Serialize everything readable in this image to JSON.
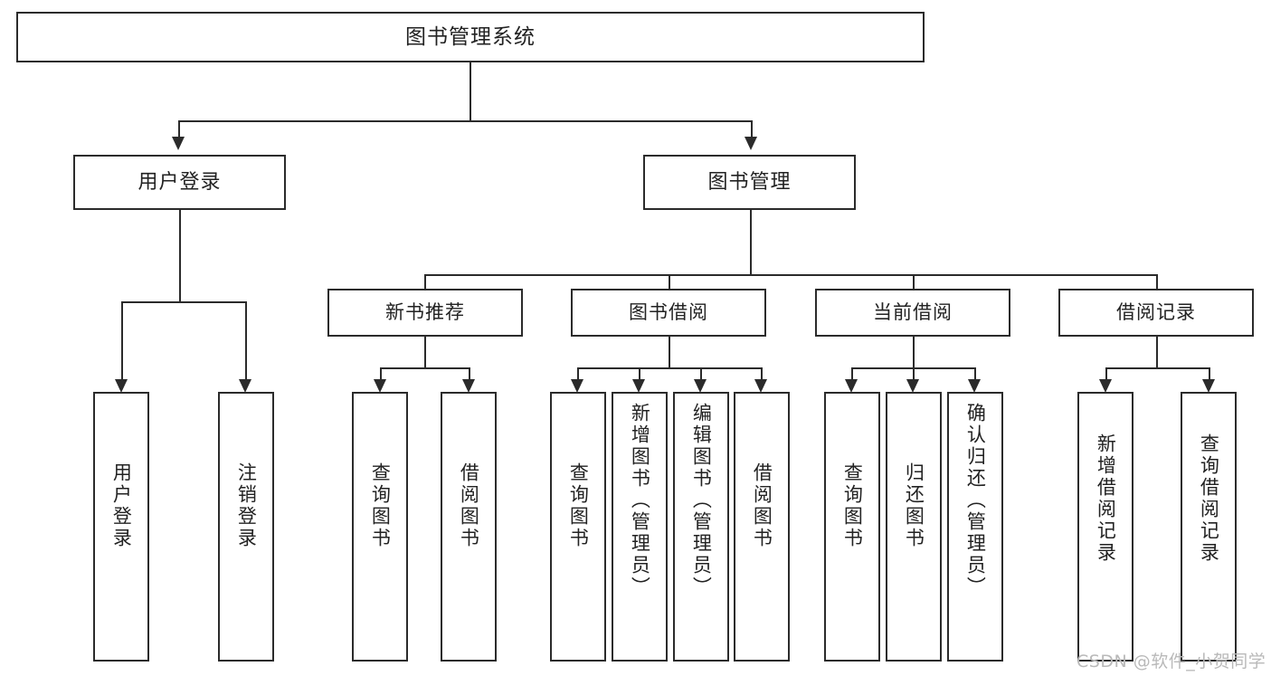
{
  "diagram": {
    "title": "图书管理系统",
    "type": "功能结构图",
    "watermark": "CSDN @软件_小贺同学",
    "colors": {
      "stroke": "#2b2b2b",
      "fill": "#ffffff",
      "text": "#222222",
      "watermark": "#b9b9b9"
    },
    "root": {
      "label": "图书管理系统"
    },
    "level2": [
      {
        "id": "user-login",
        "label": "用户登录"
      },
      {
        "id": "book-manage",
        "label": "图书管理"
      }
    ],
    "level3": [
      {
        "id": "new-book-recommend",
        "label": "新书推荐"
      },
      {
        "id": "book-borrow",
        "label": "图书借阅"
      },
      {
        "id": "current-borrow",
        "label": "当前借阅"
      },
      {
        "id": "borrow-record",
        "label": "借阅记录"
      }
    ],
    "leaves": {
      "user_login": [
        {
          "id": "leaf-user-login",
          "label": "用户登录"
        },
        {
          "id": "leaf-logout-login",
          "label": "注销登录"
        }
      ],
      "new_book_recommend": [
        {
          "id": "leaf-query-book-1",
          "label": "查询图书"
        },
        {
          "id": "leaf-borrow-book-1",
          "label": "借阅图书"
        }
      ],
      "book_borrow": [
        {
          "id": "leaf-query-book-2",
          "label": "查询图书"
        },
        {
          "id": "leaf-add-book",
          "label": "新增图书（管理员）"
        },
        {
          "id": "leaf-edit-book",
          "label": "编辑图书（管理员）"
        },
        {
          "id": "leaf-borrow-book-2",
          "label": "借阅图书"
        }
      ],
      "current_borrow": [
        {
          "id": "leaf-query-book-3",
          "label": "查询图书"
        },
        {
          "id": "leaf-return-book",
          "label": "归还图书"
        },
        {
          "id": "leaf-confirm-return",
          "label": "确认归还（管理员）"
        }
      ],
      "borrow_record": [
        {
          "id": "leaf-add-record",
          "label": "新增借阅记录"
        },
        {
          "id": "leaf-query-record",
          "label": "查询借阅记录"
        }
      ]
    }
  }
}
